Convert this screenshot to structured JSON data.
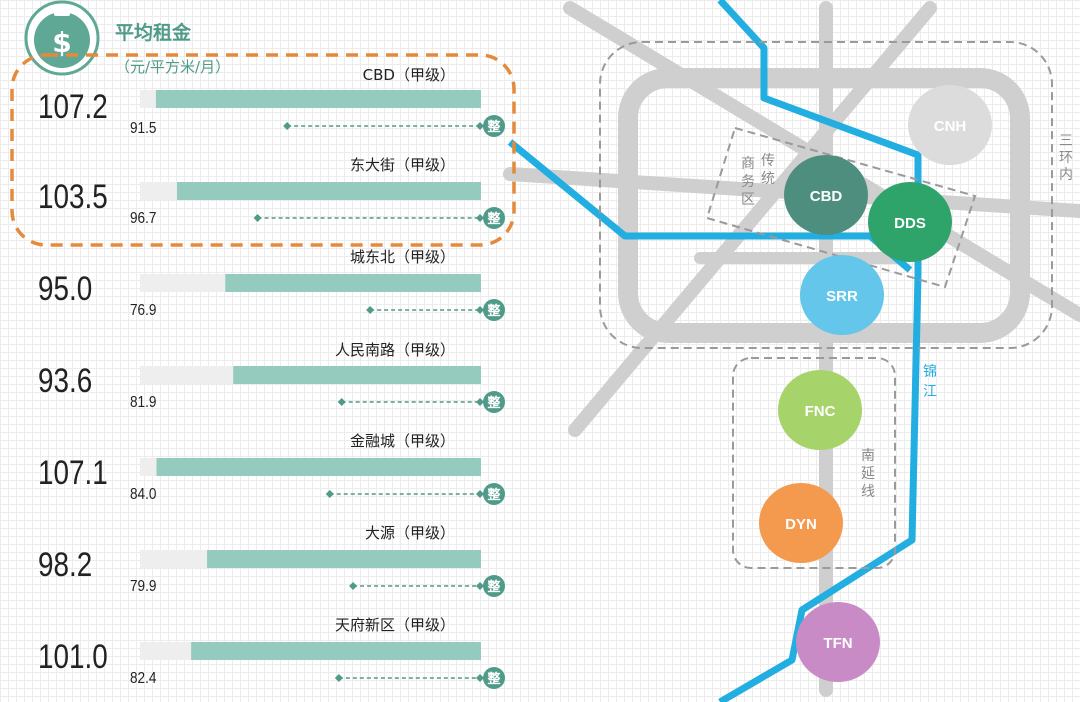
{
  "header": {
    "title": "平均租金",
    "unit": "（元/平方米/月）"
  },
  "colors": {
    "bar": "#95cbbf",
    "track": "#eeeeee",
    "accent": "#4f9a88",
    "highlight": "#e58a3a",
    "road": "#cfcfcf",
    "river": "#22aee0"
  },
  "icons": {
    "money_bag": "money-bag-icon",
    "whole_building": "whole-building-icon"
  },
  "chart_data": {
    "type": "bar",
    "title": "平均租金",
    "unit": "（元/平方米/月）",
    "xlim": [
      50,
      110
    ],
    "series": [
      {
        "name": "",
        "values": [
          107.2,
          103.5,
          95.0,
          93.6,
          107.1,
          98.2,
          101.0
        ]
      },
      {
        "name": "整",
        "values": [
          91.5,
          96.7,
          76.9,
          81.9,
          84.0,
          79.9,
          82.4
        ]
      }
    ],
    "categories": [
      "CBD（甲级）",
      "东大街（甲级）",
      "城东北（甲级）",
      "人民南路（甲级）",
      "金融城（甲级）",
      "大源（甲级）",
      "天府新区（甲级）"
    ],
    "highlighted": [
      "CBD（甲级）",
      "东大街（甲级）"
    ],
    "rows": [
      {
        "label": "CBD（甲级）",
        "avg": "107.2",
        "whole": "91.5",
        "avg_value": 107.2,
        "whole_value": 91.5
      },
      {
        "label": "东大街（甲级）",
        "avg": "103.5",
        "whole": "96.7",
        "avg_value": 103.5,
        "whole_value": 96.7
      },
      {
        "label": "城东北（甲级）",
        "avg": "95.0",
        "whole": "76.9",
        "avg_value": 95.0,
        "whole_value": 76.9
      },
      {
        "label": "人民南路（甲级）",
        "avg": "93.6",
        "whole": "81.9",
        "avg_value": 93.6,
        "whole_value": 81.9
      },
      {
        "label": "金融城（甲级）",
        "avg": "107.1",
        "whole": "84.0",
        "avg_value": 107.1,
        "whole_value": 84.0
      },
      {
        "label": "大源（甲级）",
        "avg": "98.2",
        "whole": "79.9",
        "avg_value": 98.2,
        "whole_value": 79.9
      },
      {
        "label": "天府新区（甲级）",
        "avg": "101.0",
        "whole": "82.4",
        "avg_value": 101.0,
        "whole_value": 82.4
      }
    ],
    "whole_badge": "整"
  },
  "map": {
    "districts": [
      {
        "code": "CNH",
        "color": "#dcdcdc"
      },
      {
        "code": "CBD",
        "color": "#4e8e7e"
      },
      {
        "code": "DDS",
        "color": "#2ea36a"
      },
      {
        "code": "SRR",
        "color": "#63c6ea"
      },
      {
        "code": "FNC",
        "color": "#a6d36a"
      },
      {
        "code": "DYN",
        "color": "#f49a4e"
      },
      {
        "code": "TFN",
        "color": "#c98bc6"
      }
    ],
    "labels": {
      "traditional_1": "传",
      "traditional_2": "统",
      "business_1": "商",
      "business_2": "务",
      "business_3": "区",
      "ring_1": "三",
      "ring_2": "环",
      "ring_3": "内",
      "river_1": "锦",
      "river_2": "江",
      "south_1": "南",
      "south_2": "延",
      "south_3": "线"
    }
  }
}
